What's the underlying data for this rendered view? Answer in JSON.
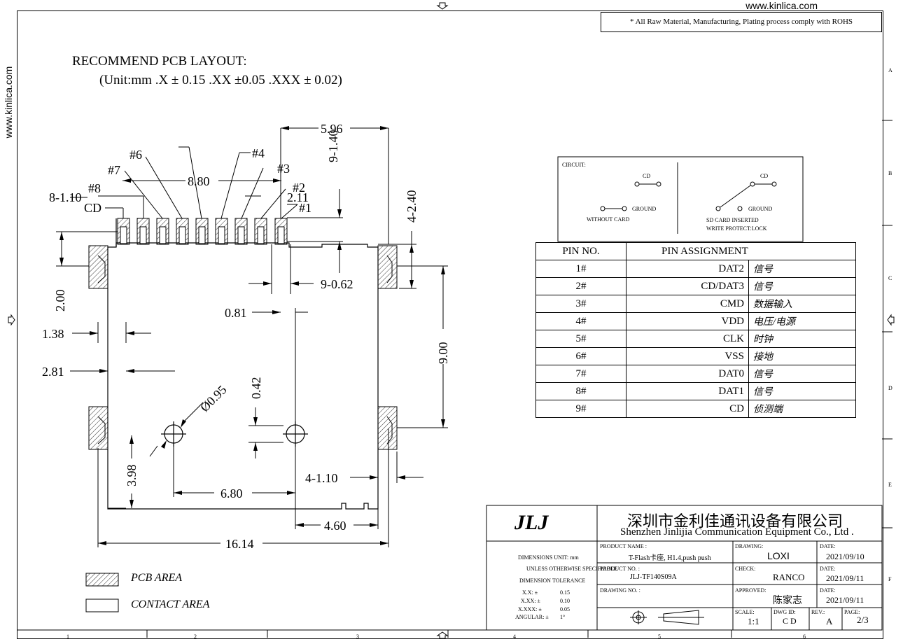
{
  "site": "www.kinlica.com",
  "rohs_note": "* All Raw Material, Manufacturing, Plating process comply with ROHS",
  "layout_title": "RECOMMEND PCB LAYOUT:",
  "layout_units": "(Unit:mm  .X ± 0.15    .XX ±0.05 .XXX ± 0.02)",
  "dimensions": {
    "d596": "5.96",
    "d940": "9-1.40",
    "d880": "8.80",
    "d211": "2.11",
    "d8110": "8-1.10",
    "d240": "4-2.40",
    "d200": "2.00",
    "d962": "9-0.62",
    "d081": "0.81",
    "d138": "1.38",
    "d281": "2.81",
    "d900": "9.00",
    "d095": "Ø0.95",
    "d042": "0.42",
    "d398": "3.98",
    "d680": "6.80",
    "d4110": "4-1.10",
    "d460": "4.60",
    "d1614": "16.14"
  },
  "pin_labels": {
    "p1": "#1",
    "p2": "#2",
    "p3": "#3",
    "p4": "#4",
    "p6": "#6",
    "p7": "#7",
    "p8": "#8",
    "cd": "CD"
  },
  "legend": {
    "pcb": "PCB AREA",
    "contact": "CONTACT AREA"
  },
  "circuit": {
    "title": "CIRCUIT:",
    "cd": "CD",
    "ground": "GROUND",
    "without": "WITHOUT  CARD",
    "inserted": "SD CARD INSERTED",
    "protect": "WRITE PROTECT:LOCK"
  },
  "pin_table": {
    "header_no": "PIN NO.",
    "header_assign": "PIN ASSIGNMENT",
    "rows": [
      {
        "no": "1#",
        "name": "DAT2",
        "cn": "信号"
      },
      {
        "no": "2#",
        "name": "CD/DAT3",
        "cn": "信号"
      },
      {
        "no": "3#",
        "name": "CMD",
        "cn": "数据输入"
      },
      {
        "no": "4#",
        "name": "VDD",
        "cn": "电压/电源"
      },
      {
        "no": "5#",
        "name": "CLK",
        "cn": "时钟"
      },
      {
        "no": "6#",
        "name": "VSS",
        "cn": "接地"
      },
      {
        "no": "7#",
        "name": "DAT0",
        "cn": "信号"
      },
      {
        "no": "8#",
        "name": "DAT1",
        "cn": "信号"
      },
      {
        "no": "9#",
        "name": "CD",
        "cn": "侦测端"
      }
    ]
  },
  "title_block": {
    "company_cn": "深圳市金利佳通讯设备有限公司",
    "company_en": "Shenzhen Jinlijia Communication Equipment Co., Ltd .",
    "logo": "JLJ",
    "dimensions_unit": "DIMENSIONS UNIT:  mm",
    "unless": "UNLESS OTHERWISE SPECIFIABLE",
    "dimension_hdr": "DIMENSION",
    "tolerance_hdr": "TOLERANCE",
    "tol_rows": [
      {
        "d": "X.X: ±",
        "t": "0.15"
      },
      {
        "d": "X.XX: ±",
        "t": "0.10"
      },
      {
        "d": "X.XXX: ±",
        "t": "0.05"
      },
      {
        "d": "ANGULAR: ±",
        "t": "1°"
      }
    ],
    "product_name_lbl": "PRODUCT NAME :",
    "product_name": "T-Flash卡座, H1.4,push push",
    "product_no_lbl": "PRODUCT NO. :",
    "product_no": "JLJ-TF140S09A",
    "drawing_no_lbl": "DRAWING NO. :",
    "drawing_lbl": "DRAWING:",
    "drawing": "LOXI",
    "check_lbl": "CHECK:",
    "check": "RANCO",
    "approved_lbl": "APPROVED:",
    "approved": "陈家志",
    "date_lbl": "DATE:",
    "date1": "2021/09/10",
    "date2": "2021/09/11",
    "date3": "2021/09/11",
    "scale_lbl": "SCALE:",
    "scale": "1:1",
    "dwg_lbl": "DWG ID:",
    "dwg": "C D",
    "rev_lbl": "REV.:",
    "rev": "A",
    "page_lbl": "PAGE:",
    "page": "2/3"
  },
  "grid": {
    "bottom": [
      "1",
      "2",
      "3",
      "4",
      "5",
      "6"
    ],
    "right": [
      "A",
      "B",
      "C",
      "D",
      "E",
      "F"
    ]
  }
}
